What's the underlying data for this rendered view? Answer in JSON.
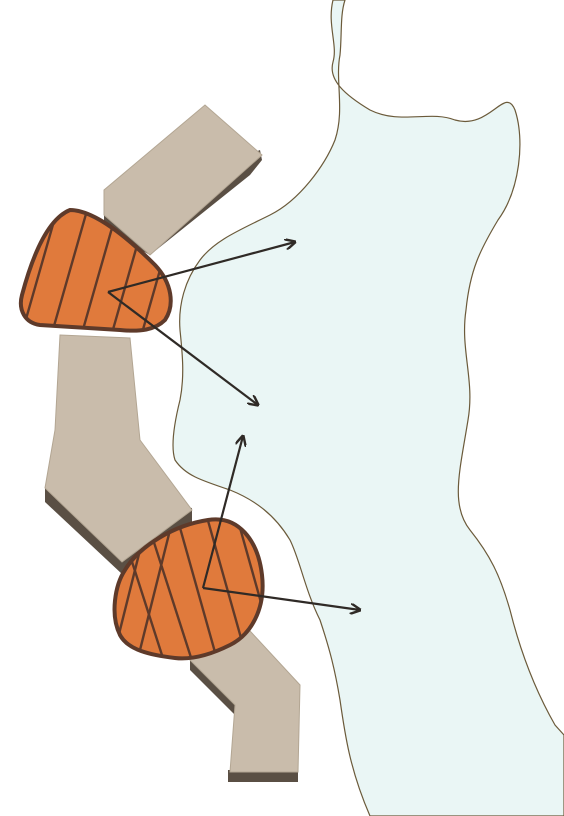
{
  "diagram": {
    "description_visible_text": "",
    "colors": {
      "background": "#ffffff",
      "water_fill": "#eaf6f5",
      "shoreline_stroke": "#6b5a3a",
      "block_top": "#c9bcab",
      "block_side": "#5a4f44",
      "block_stroke": "#8a7d6c",
      "node_fill": "#e07a3c",
      "node_stroke": "#5e3a2a",
      "hatch": "#5e3a2a",
      "arrow": "#2f2a26"
    },
    "elements": {
      "water": "water-body",
      "blocks": [
        "building-block",
        "building-block",
        "building-block"
      ],
      "nodes": [
        "hatched-node",
        "hatched-node"
      ],
      "arrows": [
        "arrow",
        "arrow",
        "arrow",
        "arrow"
      ]
    }
  }
}
